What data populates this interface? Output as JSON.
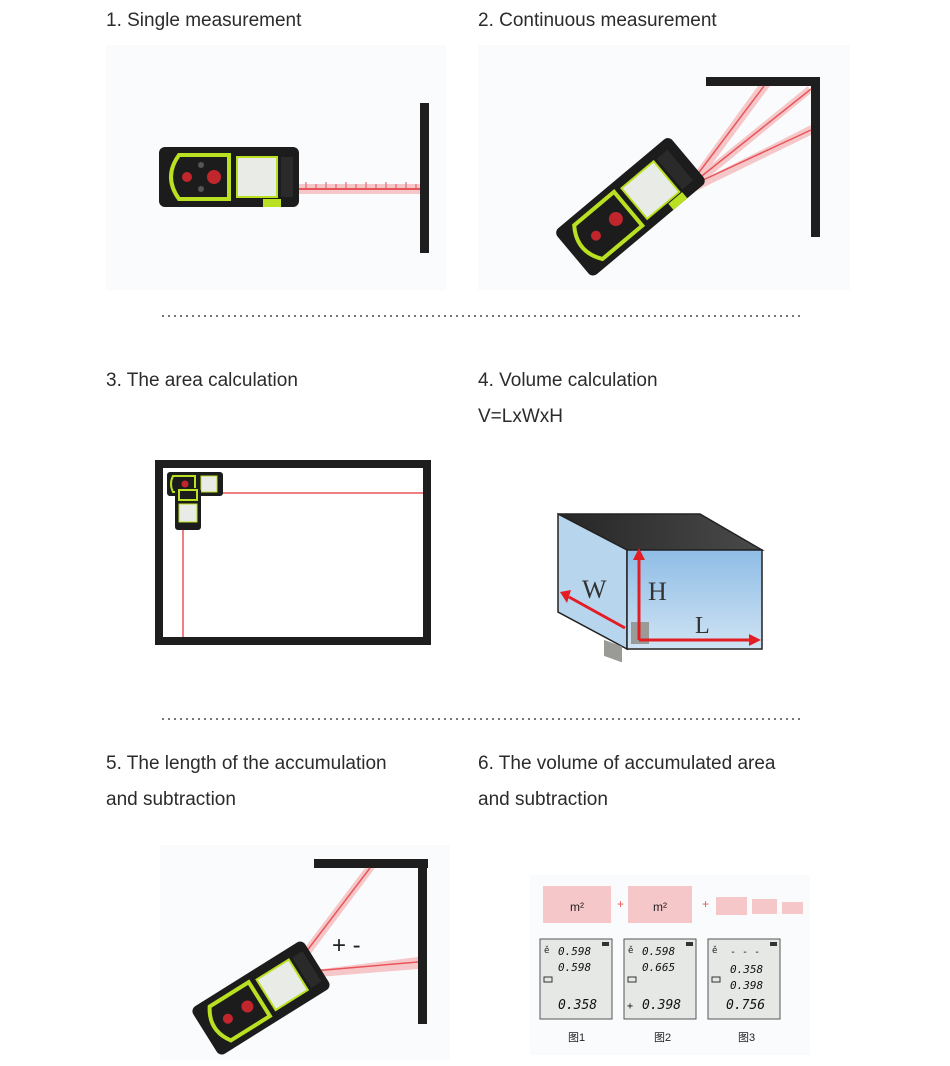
{
  "sections": [
    {
      "title": "1. Single measurement"
    },
    {
      "title": "2. Continuous measurement"
    },
    {
      "title": "3. The area calculation"
    },
    {
      "title": "4. Volume calculation",
      "formula": "V=LxWxH"
    },
    {
      "title_line1": "5. The length of the accumulation",
      "title_line2": "and subtraction"
    },
    {
      "title_line1": "6. The volume of accumulated area",
      "title_line2": "and subtraction"
    }
  ],
  "volume_labels": {
    "w": "W",
    "h": "H",
    "l": "L"
  },
  "accumulation_sign": "+ -",
  "area_ops": {
    "unit": "m²",
    "plus": "+"
  },
  "displays": [
    {
      "row1": "0.598",
      "row2": "0.598",
      "row3": "0.358",
      "caption": "图1"
    },
    {
      "row1": "0.598",
      "row2": "0.665",
      "row3": "0.398",
      "caption": "图2"
    },
    {
      "row1": "- - -",
      "row2": "0.358",
      "row2b": "0.398",
      "row3": "0.756",
      "caption": "图3"
    }
  ],
  "colors": {
    "laser": "#e8555a",
    "wall": "#1e1e1e",
    "device_green": "#b9e021",
    "box_blue": "#aed0ee"
  }
}
